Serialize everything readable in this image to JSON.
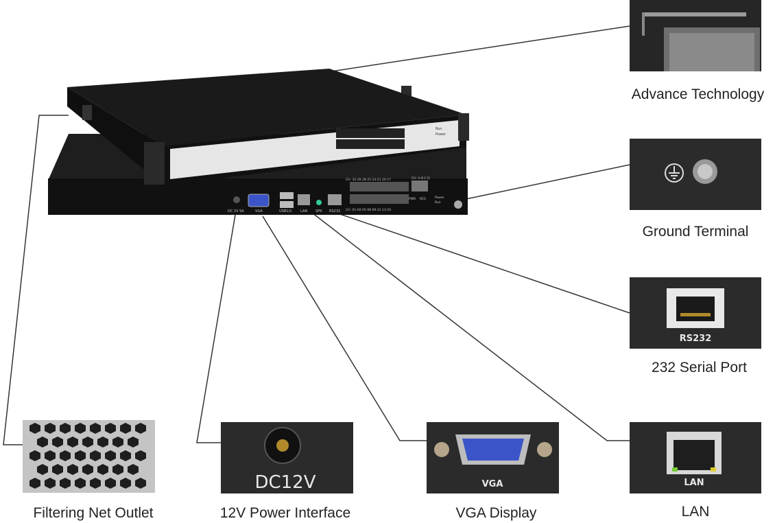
{
  "callouts": {
    "advance_technology": "Advance Technology",
    "ground_terminal": "Ground Terminal",
    "serial_port": "232 Serial Port",
    "lan": "LAN",
    "vga_display": "VGA Display",
    "power_interface": "12V Power Interface",
    "filtering_net": "Filtering Net Outlet"
  },
  "device": {
    "front_leds": [
      "Run",
      "Power"
    ],
    "rear_labels": {
      "dc": "DC 2V 5A",
      "vga": "VGA",
      "usb": "USB1/2",
      "lan": "LAN",
      "spk": "SPK",
      "rs232": "RS232",
      "ch_top": "CH: 32-29  28-25  24-21  20-17",
      "ch_bottom": "CH: 01-04  05-08  09-12  13-16",
      "ch_abcd": "CH: A B C D",
      "pwr": "PWR",
      "res": "RES",
      "led_power": "Power",
      "led_run": "Run"
    }
  },
  "thumb_labels": {
    "rs232": "RS232",
    "dc12v": "DC12V",
    "vga": "VGA",
    "lan": "LAN"
  },
  "colors": {
    "chassis": "#1c1c1c",
    "front_panel": "#e6e6e6",
    "thumb_bg": "#2b2b2b",
    "vga_blue": "#3b55c8",
    "leader_line": "#333333"
  }
}
